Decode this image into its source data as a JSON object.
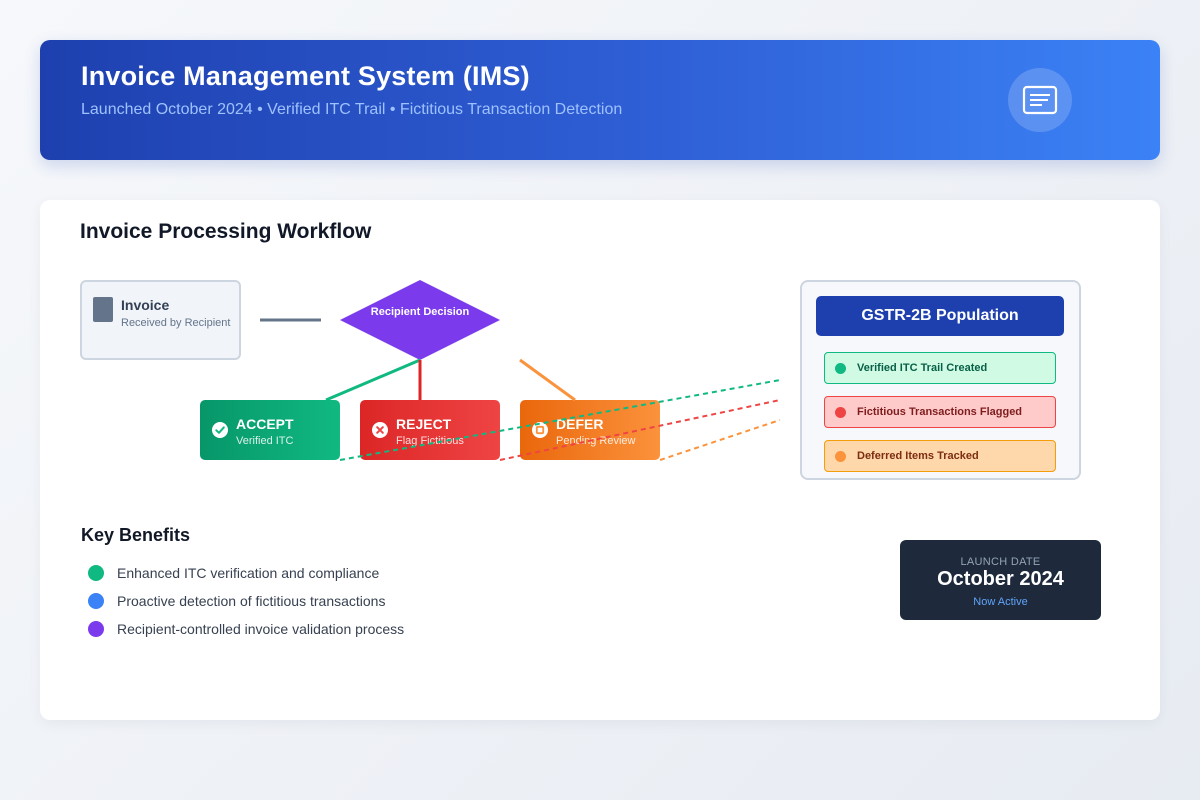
{
  "header": {
    "title": "Invoice Management System (IMS)",
    "subtitle": "Launched October 2024 • Verified ITC Trail • Fictitious Transaction Detection",
    "icon": "document-lines-icon"
  },
  "workflow": {
    "title": "Invoice Processing Workflow",
    "invoice": {
      "title": "Invoice",
      "subtitle": "Received by Recipient",
      "icon": "document-icon"
    },
    "decision": {
      "label": "Recipient Decision"
    },
    "actions": [
      {
        "label": "ACCEPT",
        "sublabel": "Verified ITC",
        "icon": "check-circle-icon",
        "color": "#10b981"
      },
      {
        "label": "REJECT",
        "sublabel": "Flag Fictitious",
        "icon": "x-circle-icon",
        "color": "#ef4444"
      },
      {
        "label": "DEFER",
        "sublabel": "Pending Review",
        "icon": "pause-circle-icon",
        "color": "#fb923c"
      }
    ]
  },
  "gstr": {
    "title": "GSTR-2B Population",
    "items": [
      {
        "label": "Verified ITC Trail Created",
        "color": "#10b981"
      },
      {
        "label": "Fictitious Transactions Flagged",
        "color": "#ef4444"
      },
      {
        "label": "Deferred Items Tracked",
        "color": "#fb923c"
      }
    ]
  },
  "benefits": {
    "title": "Key Benefits",
    "items": [
      {
        "label": "Enhanced ITC verification and compliance",
        "color": "#10b981"
      },
      {
        "label": "Proactive detection of fictitious transactions",
        "color": "#3b82f6"
      },
      {
        "label": "Recipient-controlled invoice validation process",
        "color": "#7c3aed"
      }
    ]
  },
  "launch": {
    "kicker": "LAUNCH DATE",
    "date": "October 2024",
    "status": "Now Active"
  },
  "colors": {
    "header_start": "#1e40af",
    "header_end": "#3b82f6",
    "decision": "#7c3aed",
    "accept": "#10b981",
    "reject": "#ef4444",
    "defer": "#fb923c"
  }
}
